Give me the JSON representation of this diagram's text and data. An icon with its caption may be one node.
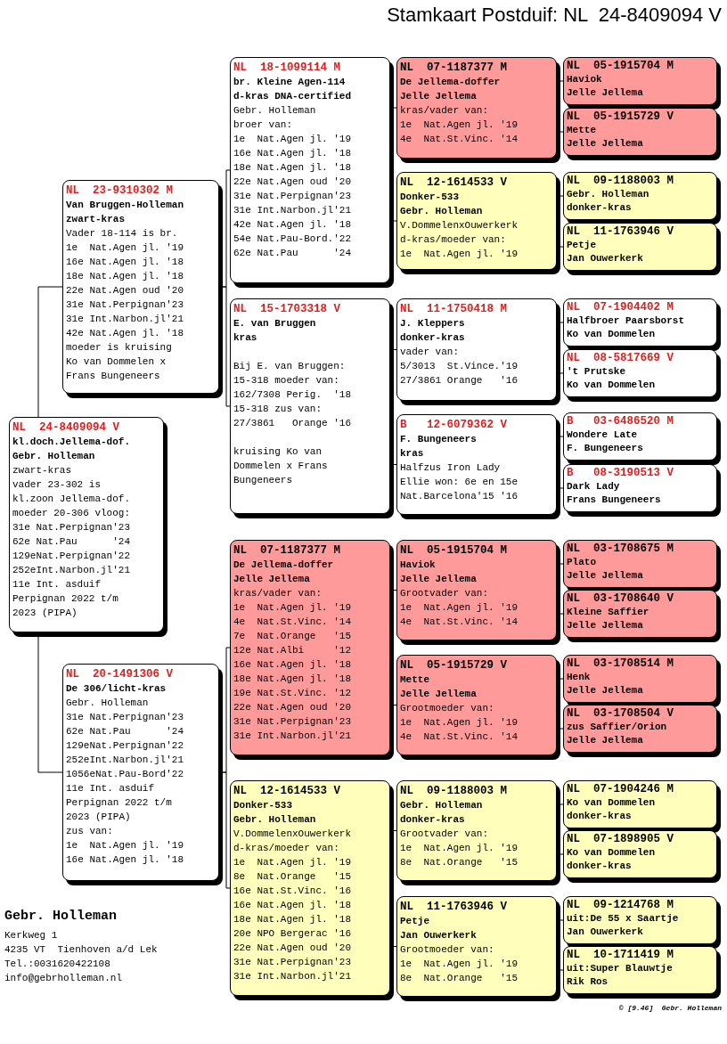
{
  "diagram": {
    "title": "Stamkaart Postduif: NL  24-8409094 V",
    "nodes": [
      {
        "text": [
          "NL  24-8409094 V",
          "kl.doch.Jellema-dof.",
          "Gebr. Holleman",
          "zwart-kras",
          "vader 23-302 is kl.zoon Jellema-dof.",
          "moeder 20-306 vloog:",
          "31e Nat.Perpignan'23",
          "62e Nat.Pau      '24",
          "129eNat.Perpignan'22",
          "252eInt.Narbon.jl'21",
          "11e Int. asduif Perpignan 2022 t/m 2023 (PIPA)"
        ]
      },
      {
        "text": [
          "NL  23-9310302 M",
          "Van Bruggen-Holleman",
          "zwart-kras",
          "Vader 18-114 is br.",
          "1e  Nat.Agen jl. '19",
          "16e Nat.Agen jl. '18",
          "18e Nat.Agen jl. '18",
          "22e Nat.Agen oud '20",
          "31e Nat.Perpignan'23",
          "31e Int.Narbon.jl'21",
          "42e Nat.Agen jl. '18",
          "moeder is kruising Ko van Dommelen x Frans Bungeneers"
        ]
      },
      {
        "text": [
          "NL  20-1491306 V",
          "De 306/licht-kras",
          "Gebr. Holleman",
          "31e Nat.Perpignan'23",
          "62e Nat.Pau      '24",
          "129eNat.Perpignan'22",
          "252eInt.Narbon.jl'21",
          "1056eNat.Pau-Bord'22",
          "11e Int. asduif Perpignan 2022 t/m 2023 (PIPA)",
          "zus van:",
          "1e  Nat.Agen jl. '19",
          "16e Nat.Agen jl. '18"
        ]
      },
      {
        "text": [
          "NL  18-1099114 M",
          "br. Kleine Agen-114",
          "d-kras DNA-certified",
          "Gebr. Holleman",
          "broer van:",
          "1e  Nat.Agen jl. '19",
          "16e Nat.Agen jl. '18",
          "18e Nat.Agen jl. '18",
          "22e Nat.Agen oud '20",
          "31e Nat.Perpignan'23",
          "31e Int.Narbon.jl'21",
          "42e Nat.Agen jl. '18",
          "54e Nat.Pau-Bord.'22",
          "62e Nat.Pau      '24"
        ]
      },
      {
        "text": [
          "NL  15-1703318 V",
          "E. van Bruggen",
          "kras",
          "Bij E. van Bruggen:",
          "15-318 moeder van:",
          "162/7308 Perig.  '18",
          "15-318 zus van:",
          "27/3861   Orange '16",
          "kruising Ko van Dommelen x Frans Bungeneers"
        ]
      },
      {
        "text": [
          "NL  07-1187377 M",
          "De Jellema-doffer",
          "Jelle Jellema",
          "kras/vader van:",
          "1e  Nat.Agen jl. '19",
          "4e  Nat.St.Vinc. '14",
          "7e  Nat.Orange   '15",
          "12e Nat.Albi     '12",
          "16e Nat.Agen jl. '18",
          "18e Nat.Agen jl. '18",
          "19e Nat.St.Vinc. '12",
          "22e Nat.Agen oud '20",
          "31e Nat.Perpignan'23",
          "31e Int.Narbon.jl'21"
        ]
      },
      {
        "text": [
          "NL  12-1614533 V",
          "Donker-533",
          "Gebr. Holleman",
          "V.DommelenxOuwerkerk",
          "d-kras/moeder van:",
          "1e  Nat.Agen jl. '19",
          "8e  Nat.Orange   '15",
          "16e Nat.St.Vinc. '16",
          "16e Nat.Agen jl. '18",
          "18e Nat.Agen jl. '18",
          "20e NPO Bergerac '16",
          "22e Nat.Agen oud '20",
          "31e Nat.Perpignan'23",
          "31e Int.Narbon.jl'21"
        ]
      },
      {
        "text": [
          "NL  07-1187377 M",
          "De Jellema-doffer",
          "Jelle Jellema",
          "kras/vader van:",
          "1e  Nat.Agen jl. '19",
          "4e  Nat.St.Vinc. '14"
        ]
      },
      {
        "text": [
          "NL  12-1614533 V",
          "Donker-533",
          "Gebr. Holleman",
          "V.DommelenxOuwerkerk",
          "d-kras/moeder van:",
          "1e  Nat.Agen jl. '19"
        ]
      },
      {
        "text": [
          "NL  11-1750418 M",
          "J. Kleppers",
          "donker-kras",
          "vader van:",
          "5/3013  St.Vince.'19",
          "27/3861 Orange   '16"
        ]
      },
      {
        "text": [
          "B   12-6079362 V",
          "F. Bungeneers",
          "kras",
          "Halfzus Iron Lady Ellie won: 6e en 15e Nat.Barcelona'15 '16"
        ]
      },
      {
        "text": [
          "NL  05-1915704 M",
          "Haviok",
          "Jelle Jellema",
          "Grootvader van:",
          "1e  Nat.Agen jl. '19",
          "4e  Nat.St.Vinc. '14"
        ]
      },
      {
        "text": [
          "NL  05-1915729 V",
          "Mette",
          "Jelle Jellema",
          "Grootmoeder van:",
          "1e  Nat.Agen jl. '19",
          "4e  Nat.St.Vinc. '14"
        ]
      },
      {
        "text": [
          "NL  09-1188003 M",
          "Gebr. Holleman",
          "donker-kras",
          "Grootvader van:",
          "1e  Nat.Agen jl. '19",
          "8e  Nat.Orange   '15"
        ]
      },
      {
        "text": [
          "NL  11-1763946 V",
          "Petje",
          "Jan Ouwerkerk",
          "Grootmoeder van:",
          "1e  Nat.Agen jl. '19",
          "8e  Nat.Orange   '15"
        ]
      },
      {
        "text": [
          "NL  05-1915704 M",
          "Haviok",
          "Jelle Jellema"
        ]
      },
      {
        "text": [
          "NL  05-1915729 V",
          "Mette",
          "Jelle Jellema"
        ]
      },
      {
        "text": [
          "NL  09-1188003 M",
          "Gebr. Holleman",
          "donker-kras"
        ]
      },
      {
        "text": [
          "NL  11-1763946 V",
          "Petje",
          "Jan Ouwerkerk"
        ]
      },
      {
        "text": [
          "NL  07-1904402 M",
          "Halfbroer Paarsborst",
          "Ko van Dommelen"
        ]
      },
      {
        "text": [
          "NL  08-5817669 V",
          "'t Prutske",
          "Ko van Dommelen"
        ]
      },
      {
        "text": [
          "B   03-6486520 M",
          "Wondere Late",
          "F. Bungeneers"
        ]
      },
      {
        "text": [
          "B   08-3190513 V",
          "Dark Lady",
          "Frans Bungeneers"
        ]
      },
      {
        "text": [
          "NL  03-1708675 M",
          "Plato",
          "Jelle Jellema"
        ]
      },
      {
        "text": [
          "NL  03-1708640 V",
          "Kleine Saffier",
          "Jelle Jellema"
        ]
      },
      {
        "text": [
          "NL  03-1708514 M",
          "Henk",
          "Jelle Jellema"
        ]
      },
      {
        "text": [
          "NL  03-1708504 V",
          "zus Saffier/Orion",
          "Jelle Jellema"
        ]
      },
      {
        "text": [
          "NL  07-1904246 M",
          "Ko van Dommelen",
          "donker-kras"
        ]
      },
      {
        "text": [
          "NL  07-1898905 V",
          "Ko van Dommelen",
          "donker-kras"
        ]
      },
      {
        "text": [
          "NL  09-1214768 M",
          "uit:De 55 x Saartje",
          "Jan Ouwerkerk"
        ]
      },
      {
        "text": [
          "NL  10-1711419 M",
          "uit:Super Blauwtje",
          "Rik Ros"
        ]
      }
    ],
    "edges": [
      {
        "from": 0,
        "to": 1,
        "arrow": "none"
      },
      {
        "from": 0,
        "to": 2,
        "arrow": "none"
      },
      {
        "from": 1,
        "to": 3,
        "arrow": "none"
      },
      {
        "from": 1,
        "to": 4,
        "arrow": "none"
      },
      {
        "from": 2,
        "to": 5,
        "arrow": "none"
      },
      {
        "from": 2,
        "to": 6,
        "arrow": "none"
      },
      {
        "from": 3,
        "to": 7,
        "arrow": "none"
      },
      {
        "from": 3,
        "to": 8,
        "arrow": "none"
      },
      {
        "from": 4,
        "to": 9,
        "arrow": "none"
      },
      {
        "from": 4,
        "to": 10,
        "arrow": "none"
      },
      {
        "from": 5,
        "to": 11,
        "arrow": "none"
      },
      {
        "from": 5,
        "to": 12,
        "arrow": "none"
      },
      {
        "from": 6,
        "to": 13,
        "arrow": "none"
      },
      {
        "from": 6,
        "to": 14,
        "arrow": "none"
      },
      {
        "from": 7,
        "to": 15,
        "arrow": "none"
      },
      {
        "from": 7,
        "to": 16,
        "arrow": "none"
      },
      {
        "from": 8,
        "to": 17,
        "arrow": "none"
      },
      {
        "from": 8,
        "to": 18,
        "arrow": "none"
      },
      {
        "from": 9,
        "to": 19,
        "arrow": "none"
      },
      {
        "from": 9,
        "to": 20,
        "arrow": "none"
      },
      {
        "from": 10,
        "to": 21,
        "arrow": "none"
      },
      {
        "from": 10,
        "to": 22,
        "arrow": "none"
      },
      {
        "from": 11,
        "to": 23,
        "arrow": "none"
      },
      {
        "from": 11,
        "to": 24,
        "arrow": "none"
      },
      {
        "from": 12,
        "to": 25,
        "arrow": "none"
      },
      {
        "from": 12,
        "to": 26,
        "arrow": "none"
      },
      {
        "from": 13,
        "to": 27,
        "arrow": "none"
      },
      {
        "from": 13,
        "to": 28,
        "arrow": "none"
      },
      {
        "from": 14,
        "to": 29,
        "arrow": "none"
      },
      {
        "from": 14,
        "to": 30,
        "arrow": "none"
      }
    ],
    "labels": [
      "Gebr. Holleman",
      "Kerkweg 1",
      "4235 VT  Tienhoven a/d Lek",
      "Tel.:0031620422108",
      "info@gebrholleman.nl",
      "© [9.46]  Gebr. Holleman"
    ]
  }
}
